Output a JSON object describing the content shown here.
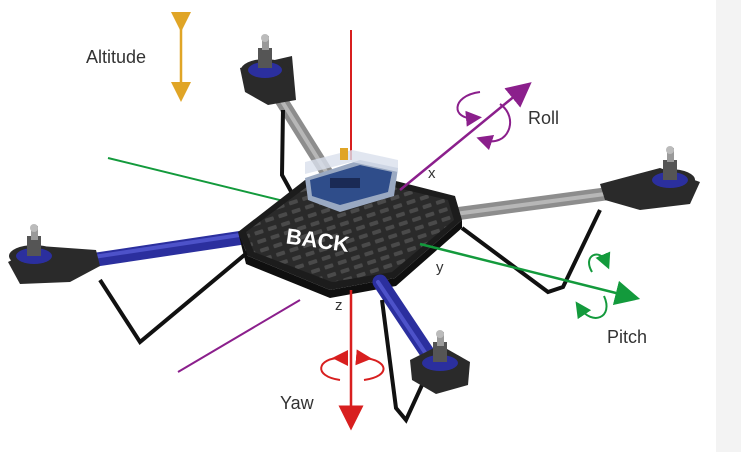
{
  "labels": {
    "altitude": "Altitude",
    "roll": "Roll",
    "pitch": "Pitch",
    "yaw": "Yaw",
    "back": "BACK",
    "axis_x": "x",
    "axis_y": "y",
    "axis_z": "z"
  },
  "colors": {
    "altitude": "#e0a526",
    "roll": "#8b1f8c",
    "pitch": "#139a3c",
    "yaw": "#d81f1f",
    "arm_blue": "#2b2f9e",
    "frame_dark": "#1c1c1c",
    "strut_gray": "#8d8d8d"
  }
}
